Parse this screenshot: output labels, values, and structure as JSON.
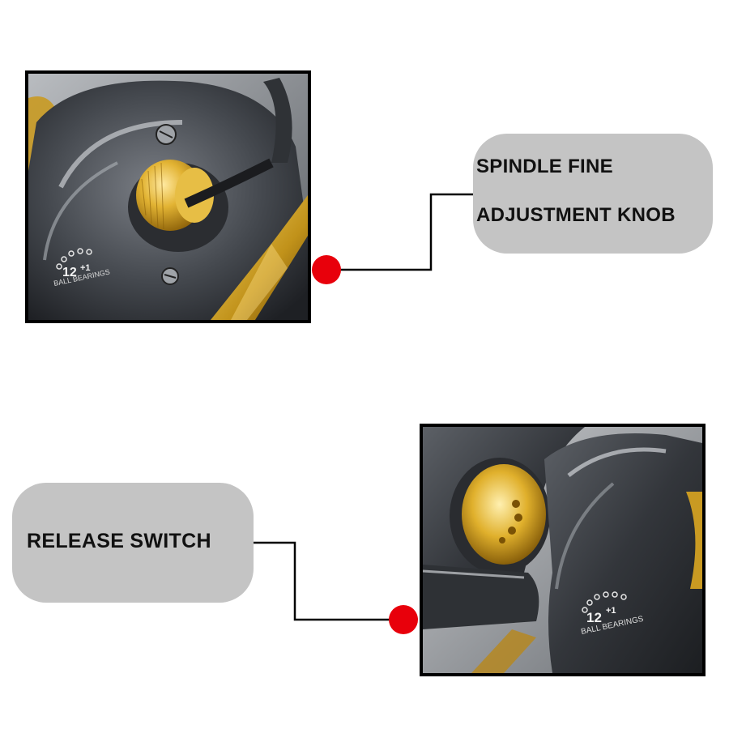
{
  "callouts": {
    "spindle_knob": {
      "line1": "SPINDLE FINE",
      "line2": "ADJUSTMENT KNOB"
    },
    "release_switch": {
      "label": "RELEASE SWITCH"
    }
  },
  "photos": {
    "top": {
      "badge_number": "12",
      "badge_plus": "+1",
      "badge_text": "BALL BEARINGS"
    },
    "bottom": {
      "badge_number": "12",
      "badge_plus": "+1",
      "badge_text": "BALL BEARINGS"
    }
  },
  "colors": {
    "callout_background": "#c4c4c4",
    "marker_dot": "#e8000b",
    "leader_line": "#000000",
    "reel_gold": "#d4a21c",
    "reel_body": "#3a3d42"
  }
}
